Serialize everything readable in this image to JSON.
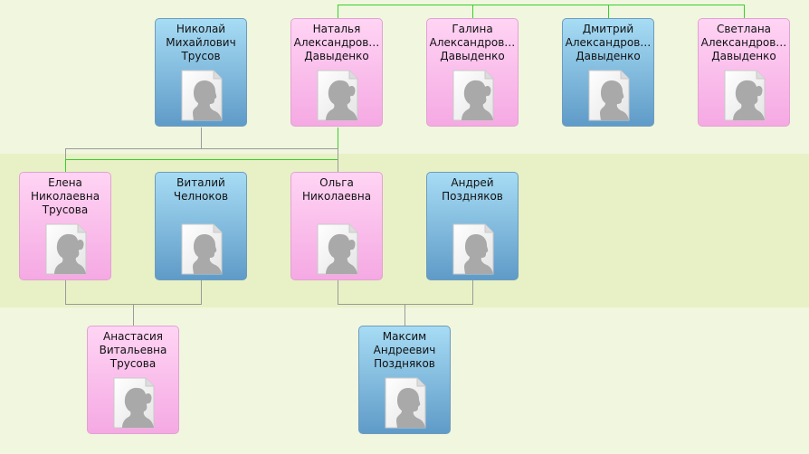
{
  "people": [
    {
      "id": "nikolay",
      "name": "Николай\nМихайлович\nТрусов",
      "gender": "m",
      "icon": "male-silhouette-icon"
    },
    {
      "id": "natalya",
      "name": "Наталья\nАлександров…\nДавыденко",
      "gender": "f",
      "icon": "female-silhouette-icon"
    },
    {
      "id": "galina",
      "name": "Галина\nАлександров…\nДавыденко",
      "gender": "f",
      "icon": "female-silhouette-icon"
    },
    {
      "id": "dmitriy",
      "name": "Дмитрий\nАлександров…\nДавыденко",
      "gender": "m",
      "icon": "male-silhouette-icon"
    },
    {
      "id": "svetlana",
      "name": "Светлана\nАлександров…\nДавыденко",
      "gender": "f",
      "icon": "female-silhouette-icon"
    },
    {
      "id": "elena",
      "name": "Елена\nНиколаевна\nТрусова",
      "gender": "f",
      "icon": "female-silhouette-icon"
    },
    {
      "id": "vitaliy",
      "name": "Виталий\nЧелноков",
      "gender": "m",
      "icon": "male-silhouette-icon"
    },
    {
      "id": "olga",
      "name": "Ольга\nНиколаевна",
      "gender": "f",
      "icon": "female-silhouette-icon"
    },
    {
      "id": "andrey",
      "name": "Андрей\nПоздняков",
      "gender": "m",
      "icon": "male-silhouette-icon"
    },
    {
      "id": "anastasia",
      "name": "Анастасия\nВитальевна\nТрусова",
      "gender": "f",
      "icon": "female-silhouette-icon"
    },
    {
      "id": "maksim",
      "name": "Максим\nАндреевич\nПоздняков",
      "gender": "m",
      "icon": "male-silhouette-icon"
    }
  ],
  "colors": {
    "female_top": "#ffd4f4",
    "female_bottom": "#f5a9e3",
    "male_top": "#a7dcf4",
    "male_bottom": "#5f9bc8",
    "gray_link": "#9a9a9a",
    "green_link": "#35d12c"
  }
}
